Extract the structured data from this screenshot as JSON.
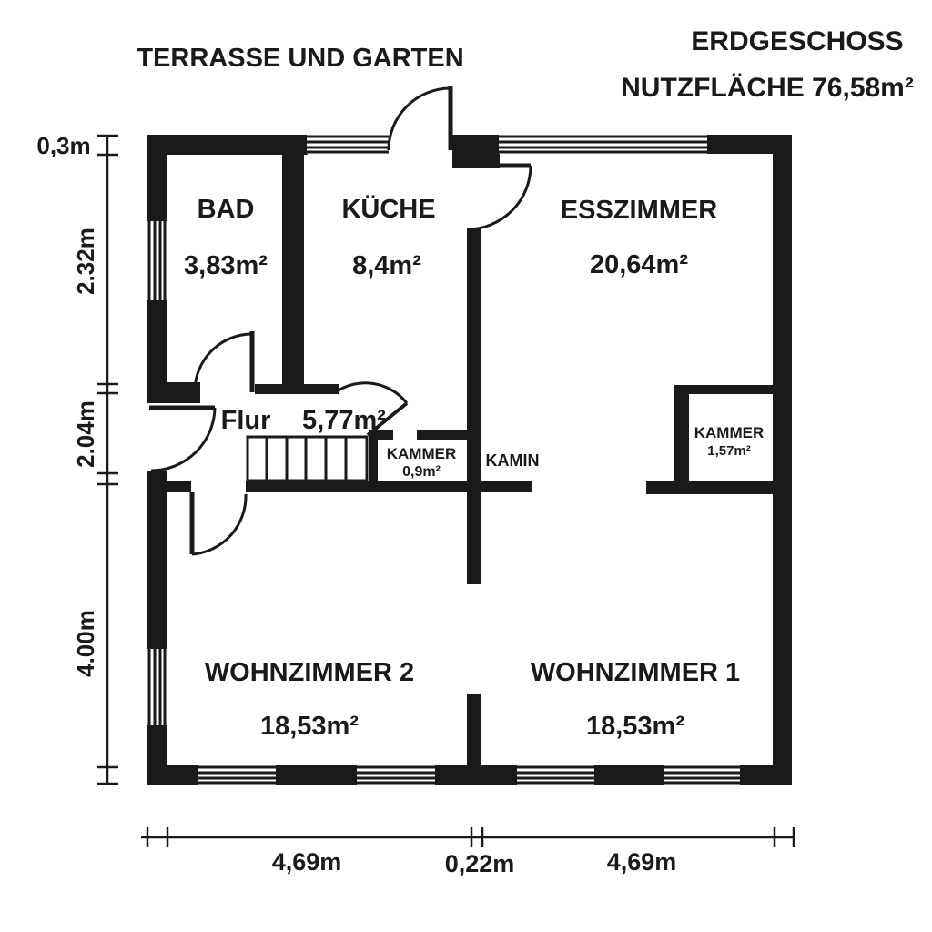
{
  "header": {
    "terrace_label": "TERRASSE UND GARTEN",
    "floor_label": "ERDGESCHOSS",
    "usable_area_label": "NUTZFLÄCHE 76,58m²"
  },
  "rooms": {
    "bad": {
      "name": "BAD",
      "area": "3,83m²"
    },
    "kueche": {
      "name": "KÜCHE",
      "area": "8,4m²"
    },
    "esszimmer": {
      "name": "ESSZIMMER",
      "area": "20,64m²"
    },
    "flur": {
      "name": "Flur",
      "area": "5,77m²"
    },
    "kammer_klein": {
      "name": "KAMMER",
      "area": "0,9m²"
    },
    "kamin": {
      "name": "KAMIN"
    },
    "kammer_gross": {
      "name": "KAMMER",
      "area": "1,57m²"
    },
    "wohnzimmer2": {
      "name": "WOHNZIMMER 2",
      "area": "18,53m²"
    },
    "wohnzimmer1": {
      "name": "WOHNZIMMER 1",
      "area": "18,53m²"
    }
  },
  "dimensions": {
    "left": [
      "0,3m",
      "2.32m",
      "2.04m",
      "4.00m"
    ],
    "bottom": [
      "4,69m",
      "0,22m",
      "4,69m"
    ]
  },
  "colors": {
    "wall": "#1a1a1a",
    "background": "#ffffff"
  }
}
